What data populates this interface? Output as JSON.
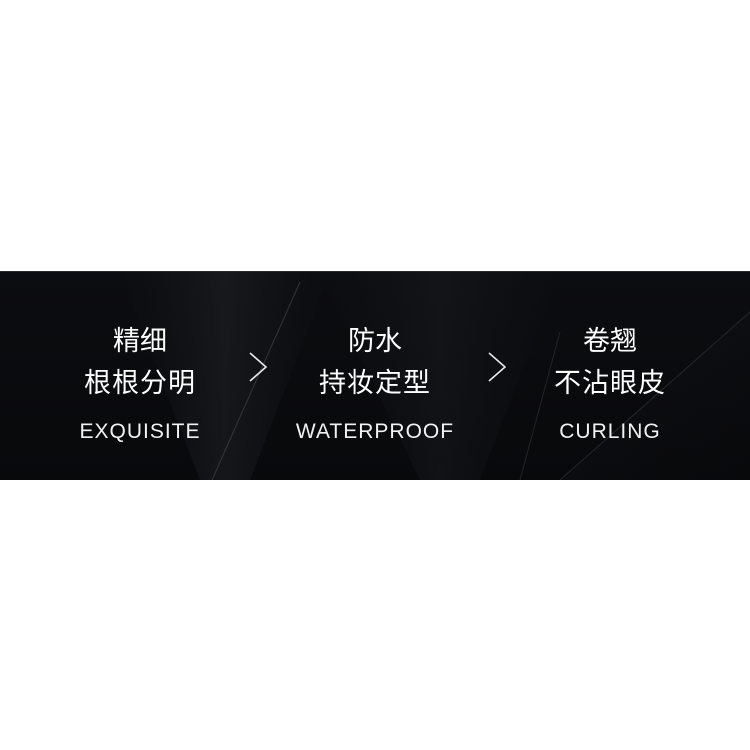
{
  "features": [
    {
      "title": "精细",
      "subtitle": "根根分明",
      "english": "EXQUISITE"
    },
    {
      "title": "防水",
      "subtitle": "持妆定型",
      "english": "WATERPROOF"
    },
    {
      "title": "卷翘",
      "subtitle": "不沾眼皮",
      "english": "CURLING"
    }
  ],
  "colors": {
    "banner_background": "#0a0b0e",
    "text": "#ffffff"
  },
  "icons": [
    "chevron-right-icon",
    "chevron-right-icon"
  ]
}
